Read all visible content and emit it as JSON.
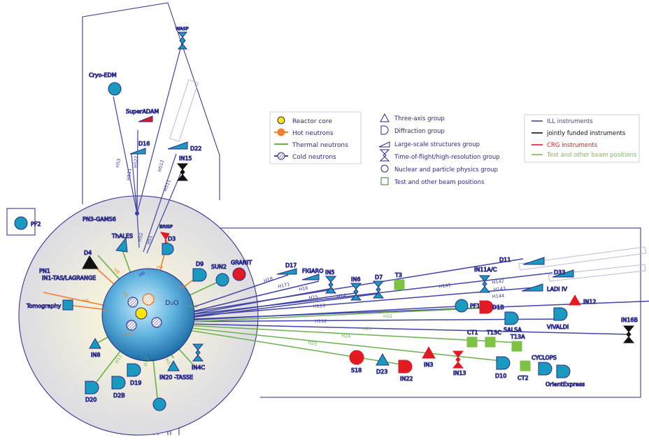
{
  "colors": {
    "ill": "#4144a8",
    "joint": "#111111",
    "crg": "#e21b23",
    "test": "#7dc242",
    "hot": "#f07f30",
    "thermal": "#6ab04c",
    "cold": "#3b3f9e",
    "instrument_fill": "#1b9ac0",
    "frame": "#2a2a8a",
    "text": "#2e2a7a"
  },
  "legend_sources": [
    {
      "label": "Reactor core",
      "icon": "yellow-circle"
    },
    {
      "label": "Hot neutrons",
      "icon": "orange-line-circle"
    },
    {
      "label": "Thermal neutrons",
      "icon": "green-line"
    },
    {
      "label": "Cold neutrons",
      "icon": "blue-line-circle"
    }
  ],
  "legend_groups": [
    {
      "label": "Three-axis group",
      "icon": "triangle-icon"
    },
    {
      "label": "Diffraction group",
      "icon": "d-shape-icon"
    },
    {
      "label": "Large-scale structures group",
      "icon": "wedge-icon"
    },
    {
      "label": "Time-of-flight/high-resolution group",
      "icon": "hourglass-icon"
    },
    {
      "label": "Nuclear and particle physics group",
      "icon": "circle-icon"
    },
    {
      "label": "Test and other beam positions",
      "icon": "square-icon"
    }
  ],
  "legend_instruments": [
    {
      "label": "ILL instruments",
      "color": "#4144a8"
    },
    {
      "label": "jointly funded instruments",
      "color": "#111111"
    },
    {
      "label": "CRG instruments",
      "color": "#e21b23"
    },
    {
      "label": "Test and other beam positions",
      "color": "#7dc242"
    }
  ],
  "reactor": {
    "label": "D₂O"
  },
  "instruments": {
    "wasp": "WASP",
    "cryo_edm": "Cryo-EDM",
    "superadam": "SuperADAM",
    "d16": "D16",
    "d22": "D22",
    "in15": "IN15",
    "pf2": "PF2",
    "pn3": "PN3-GAMS6",
    "thales": "ThALES",
    "brisp": "BRISP",
    "d4": "D4",
    "d3": "D3",
    "d9": "D9",
    "in1": "IN1-TAS/LAGRANGE",
    "pn1": "PN1",
    "tomography": "Tomography",
    "in8": "IN8",
    "d19": "D19",
    "d2b": "D2B",
    "d20": "D20",
    "in20": "IN20 -TASSE",
    "in4c": "IN4C",
    "sun2": "SUN2",
    "granit": "GRANIT",
    "d17": "D17",
    "figaro": "FIGARO",
    "in5": "IN5",
    "in6": "IN6",
    "d7": "D7",
    "t3": "T3",
    "in11": "IN11A/C",
    "d11": "D11",
    "d33": "D33",
    "ladi": "LADI IV",
    "in12": "IN12",
    "pf1b": "PF1B",
    "d1b": "D1B",
    "salsa": "SALSA",
    "vivaldi": "VIVALDI",
    "in16b": "IN16B",
    "ct1": "CT1",
    "t13c": "T13C",
    "t13a": "T13A",
    "cyclops": "CYCLOPS",
    "d10": "D10",
    "ct2": "CT2",
    "orient": "OrientExpress",
    "s18": "S18",
    "d23": "D23",
    "in22": "IN22",
    "in3": "IN3",
    "in13": "IN13"
  },
  "guides": {
    "h53": "H53",
    "h522": "H522",
    "h521": "H521",
    "h512": "H512",
    "h511": "H511",
    "h52": "H52",
    "h51": "H51",
    "h3": "H3",
    "h4": "H4",
    "h5": "H5",
    "h6": "H6",
    "h7": "H7",
    "h8": "H8",
    "h9": "H9",
    "h10": "H10",
    "h11": "H11",
    "h12": "H12",
    "h13": "H13",
    "h18": "H18",
    "h171": "H171",
    "h16": "H16",
    "h15": "H15",
    "h14": "H14",
    "h141": "H141",
    "h142": "H142",
    "h143": "H143",
    "h144": "H144",
    "h113": "H113",
    "h22": "H22",
    "h112": "H112",
    "h23": "H23",
    "h24": "H24",
    "h25": "H25",
    "h21": "H21"
  }
}
